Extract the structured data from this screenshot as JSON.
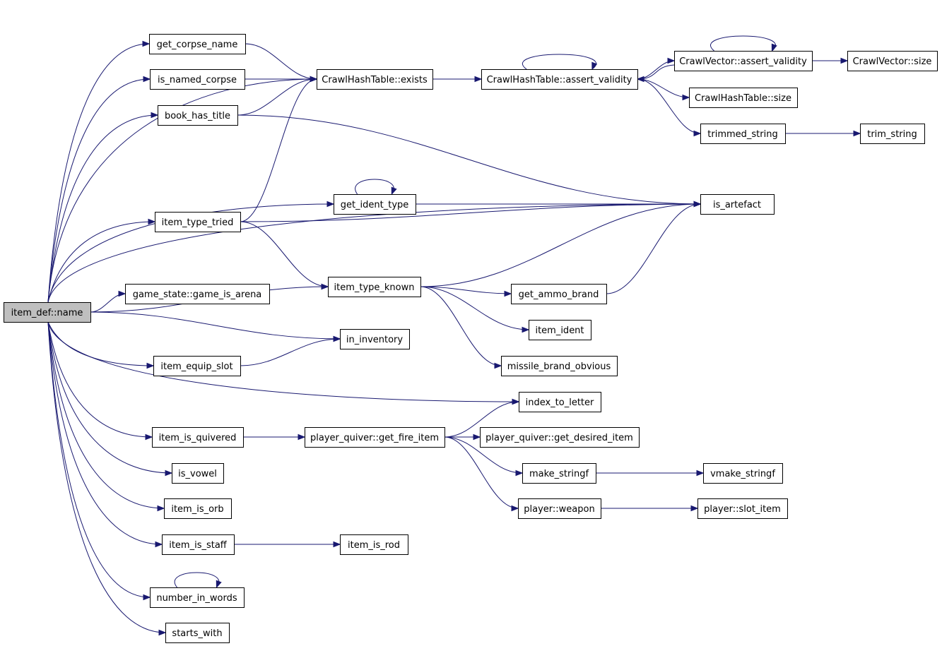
{
  "diagram": {
    "type": "call-graph",
    "root": "item_def__name",
    "nodes": [
      {
        "id": "item_def__name",
        "label": "item_def::name",
        "root": true
      },
      {
        "id": "get_corpse_name",
        "label": "get_corpse_name"
      },
      {
        "id": "is_named_corpse",
        "label": "is_named_corpse"
      },
      {
        "id": "book_has_title",
        "label": "book_has_title"
      },
      {
        "id": "ht_exists",
        "label": "CrawlHashTable::exists"
      },
      {
        "id": "ht_assert",
        "label": "CrawlHashTable::assert_validity"
      },
      {
        "id": "cv_assert",
        "label": "CrawlVector::assert_validity"
      },
      {
        "id": "cv_size",
        "label": "CrawlVector::size"
      },
      {
        "id": "ht_size",
        "label": "CrawlHashTable::size"
      },
      {
        "id": "trimmed_string",
        "label": "trimmed_string"
      },
      {
        "id": "trim_string",
        "label": "trim_string"
      },
      {
        "id": "is_artefact",
        "label": "is_artefact"
      },
      {
        "id": "get_ident_type",
        "label": "get_ident_type"
      },
      {
        "id": "item_type_tried",
        "label": "item_type_tried"
      },
      {
        "id": "item_type_known",
        "label": "item_type_known"
      },
      {
        "id": "game_is_arena",
        "label": "game_state::game_is_arena"
      },
      {
        "id": "get_ammo_brand",
        "label": "get_ammo_brand"
      },
      {
        "id": "item_ident",
        "label": "item_ident"
      },
      {
        "id": "in_inventory",
        "label": "in_inventory"
      },
      {
        "id": "item_equip_slot",
        "label": "item_equip_slot"
      },
      {
        "id": "missile_brand_obvious",
        "label": "missile_brand_obvious"
      },
      {
        "id": "index_to_letter",
        "label": "index_to_letter"
      },
      {
        "id": "item_is_quivered",
        "label": "item_is_quivered"
      },
      {
        "id": "get_fire_item",
        "label": "player_quiver::get_fire_item"
      },
      {
        "id": "get_desired_item",
        "label": "player_quiver::get_desired_item"
      },
      {
        "id": "make_stringf",
        "label": "make_stringf"
      },
      {
        "id": "vmake_stringf",
        "label": "vmake_stringf"
      },
      {
        "id": "is_vowel",
        "label": "is_vowel"
      },
      {
        "id": "item_is_orb",
        "label": "item_is_orb"
      },
      {
        "id": "player_weapon",
        "label": "player::weapon"
      },
      {
        "id": "slot_item",
        "label": "player::slot_item"
      },
      {
        "id": "item_is_staff",
        "label": "item_is_staff"
      },
      {
        "id": "item_is_rod",
        "label": "item_is_rod"
      },
      {
        "id": "number_in_words",
        "label": "number_in_words"
      },
      {
        "id": "starts_with",
        "label": "starts_with"
      }
    ],
    "edges": [
      [
        "item_def__name",
        "ht_exists"
      ],
      [
        "item_def__name",
        "get_corpse_name"
      ],
      [
        "item_def__name",
        "is_named_corpse"
      ],
      [
        "item_def__name",
        "book_has_title"
      ],
      [
        "item_def__name",
        "is_artefact"
      ],
      [
        "item_def__name",
        "get_ident_type"
      ],
      [
        "item_def__name",
        "item_type_tried"
      ],
      [
        "item_def__name",
        "item_type_known"
      ],
      [
        "item_def__name",
        "game_is_arena"
      ],
      [
        "item_def__name",
        "in_inventory"
      ],
      [
        "item_def__name",
        "item_equip_slot"
      ],
      [
        "item_def__name",
        "index_to_letter"
      ],
      [
        "item_def__name",
        "item_is_quivered"
      ],
      [
        "item_def__name",
        "is_vowel"
      ],
      [
        "item_def__name",
        "item_is_orb"
      ],
      [
        "item_def__name",
        "item_is_staff"
      ],
      [
        "item_def__name",
        "number_in_words"
      ],
      [
        "item_def__name",
        "starts_with"
      ],
      [
        "get_corpse_name",
        "ht_exists"
      ],
      [
        "is_named_corpse",
        "ht_exists"
      ],
      [
        "book_has_title",
        "ht_exists"
      ],
      [
        "book_has_title",
        "is_artefact"
      ],
      [
        "ht_exists",
        "ht_assert"
      ],
      [
        "ht_assert",
        "ht_assert"
      ],
      [
        "ht_assert",
        "cv_assert"
      ],
      [
        "ht_assert",
        "ht_size"
      ],
      [
        "ht_assert",
        "trimmed_string"
      ],
      [
        "cv_assert",
        "cv_assert"
      ],
      [
        "cv_assert",
        "cv_size"
      ],
      [
        "cv_assert",
        "ht_assert"
      ],
      [
        "trimmed_string",
        "trim_string"
      ],
      [
        "get_ident_type",
        "get_ident_type"
      ],
      [
        "get_ident_type",
        "is_artefact"
      ],
      [
        "item_type_tried",
        "ht_exists"
      ],
      [
        "item_type_tried",
        "is_artefact"
      ],
      [
        "item_type_tried",
        "item_type_known"
      ],
      [
        "item_type_known",
        "is_artefact"
      ],
      [
        "item_type_known",
        "get_ammo_brand"
      ],
      [
        "item_type_known",
        "item_ident"
      ],
      [
        "item_type_known",
        "missile_brand_obvious"
      ],
      [
        "get_ammo_brand",
        "is_artefact"
      ],
      [
        "item_equip_slot",
        "in_inventory"
      ],
      [
        "item_is_quivered",
        "get_fire_item"
      ],
      [
        "get_fire_item",
        "index_to_letter"
      ],
      [
        "get_fire_item",
        "get_desired_item"
      ],
      [
        "get_fire_item",
        "make_stringf"
      ],
      [
        "get_fire_item",
        "player_weapon"
      ],
      [
        "make_stringf",
        "vmake_stringf"
      ],
      [
        "player_weapon",
        "slot_item"
      ],
      [
        "item_is_staff",
        "item_is_rod"
      ],
      [
        "number_in_words",
        "number_in_words"
      ]
    ]
  }
}
